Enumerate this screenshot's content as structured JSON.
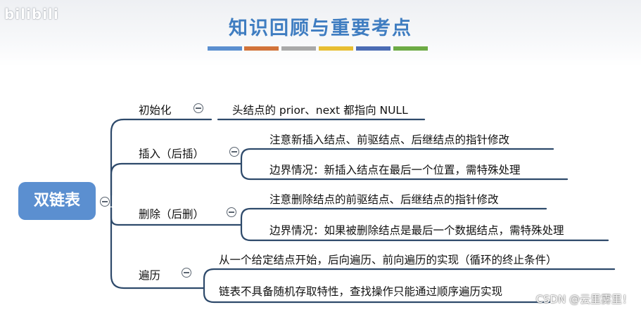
{
  "logo": "bilibili",
  "title": "知识回顾与重要考点",
  "color_bars": [
    "#5b8fd0",
    "#d2733a",
    "#a9a9a9",
    "#e8be32",
    "#4b6cb4",
    "#6dab45"
  ],
  "root": {
    "label": "双链表"
  },
  "branches": [
    {
      "label": "初始化",
      "leaves": [
        "头结点的 prior、next 都指向 NULL"
      ]
    },
    {
      "label": "插入（后插）",
      "leaves": [
        "注意新插入结点、前驱结点、后继结点的指针修改",
        "边界情况：新插入结点在最后一个位置，需特殊处理"
      ]
    },
    {
      "label": "删除（后删）",
      "leaves": [
        "注意删除结点的前驱结点、后继结点的指针修改",
        "边界情况：如果被删除结点是最后一个数据结点，需特殊处理"
      ]
    },
    {
      "label": "遍历",
      "leaves": [
        "从一个给定结点开始，后向遍历、前向遍历的实现（循环的终止条件）",
        "链表不具备随机存取特性，查找操作只能通过顺序遍历实现"
      ]
    }
  ],
  "watermark": "CSDN @云里雾里！"
}
